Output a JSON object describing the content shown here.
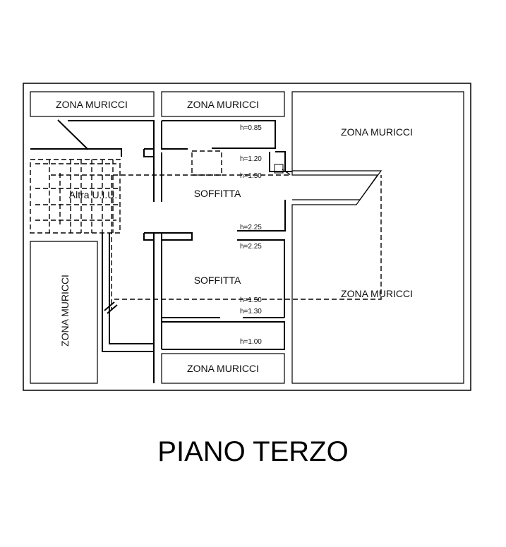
{
  "plan": {
    "zones": {
      "top_left": "ZONA MURICCI",
      "top_center": "ZONA MURICCI",
      "right_top": "ZONA MURICCI",
      "right_bottom": "ZONA MURICCI",
      "left_vertical": "ZONA MURICCI",
      "bottom_center": "ZONA MURICCI"
    },
    "rooms": {
      "soffitta_upper": "SOFFITTA",
      "soffitta_lower": "SOFFITTA",
      "other_unit": "Altra U.I.U."
    },
    "heights": {
      "h1": "h=0.85",
      "h2": "h=1.20",
      "h3": "h=1.50",
      "h4": "h=2.25",
      "h5": "h=2.25",
      "h6": "h=1.50",
      "h7": "h=1.30",
      "h8": "h=1.00"
    }
  },
  "title": "PIANO TERZO"
}
